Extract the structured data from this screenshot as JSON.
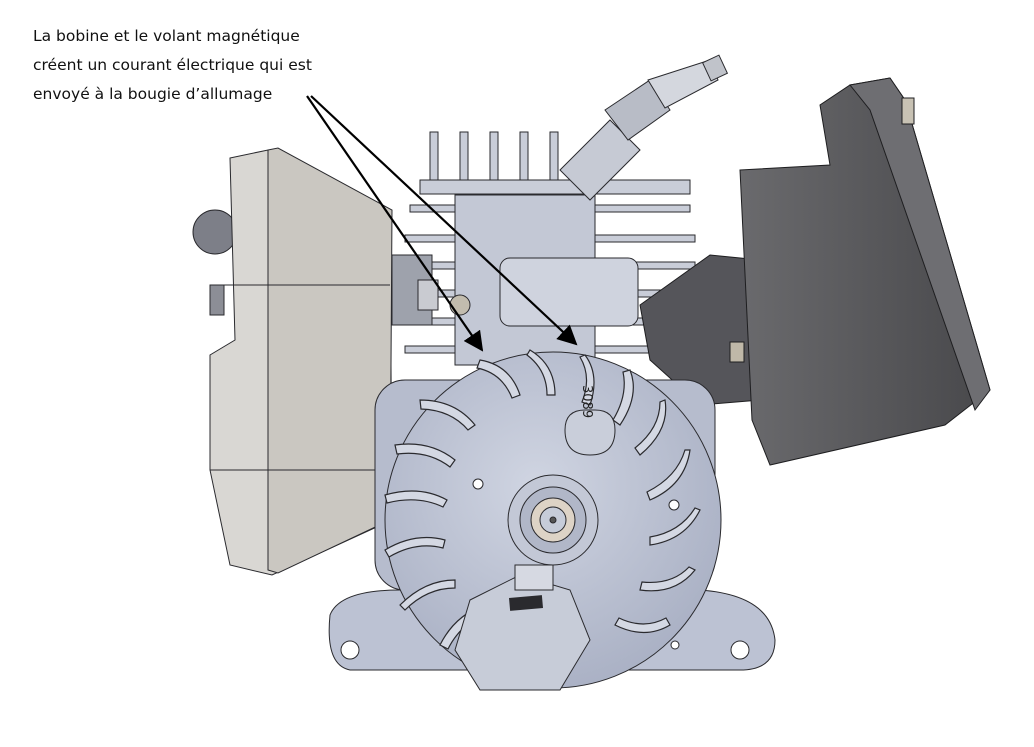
{
  "annotation": {
    "lines": [
      "La bobine et le volant magnétique",
      "créent un courant électrique qui est",
      "envoyé à la bougie d’allumage"
    ]
  },
  "part_marking": "3089",
  "colors": {
    "flywheel": "#bcc2d3",
    "air_filter": "#d9d7d3",
    "ignition_box": "#5b5b5e",
    "outline": "#2a2a2e"
  }
}
